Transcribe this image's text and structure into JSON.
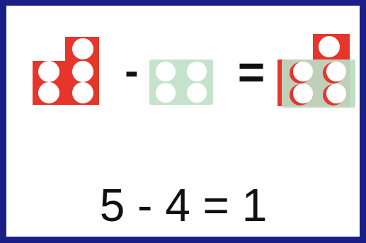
{
  "diagram": {
    "labels": [
      "-",
      "=",
      "5 - 4 = 1"
    ]
  }
}
